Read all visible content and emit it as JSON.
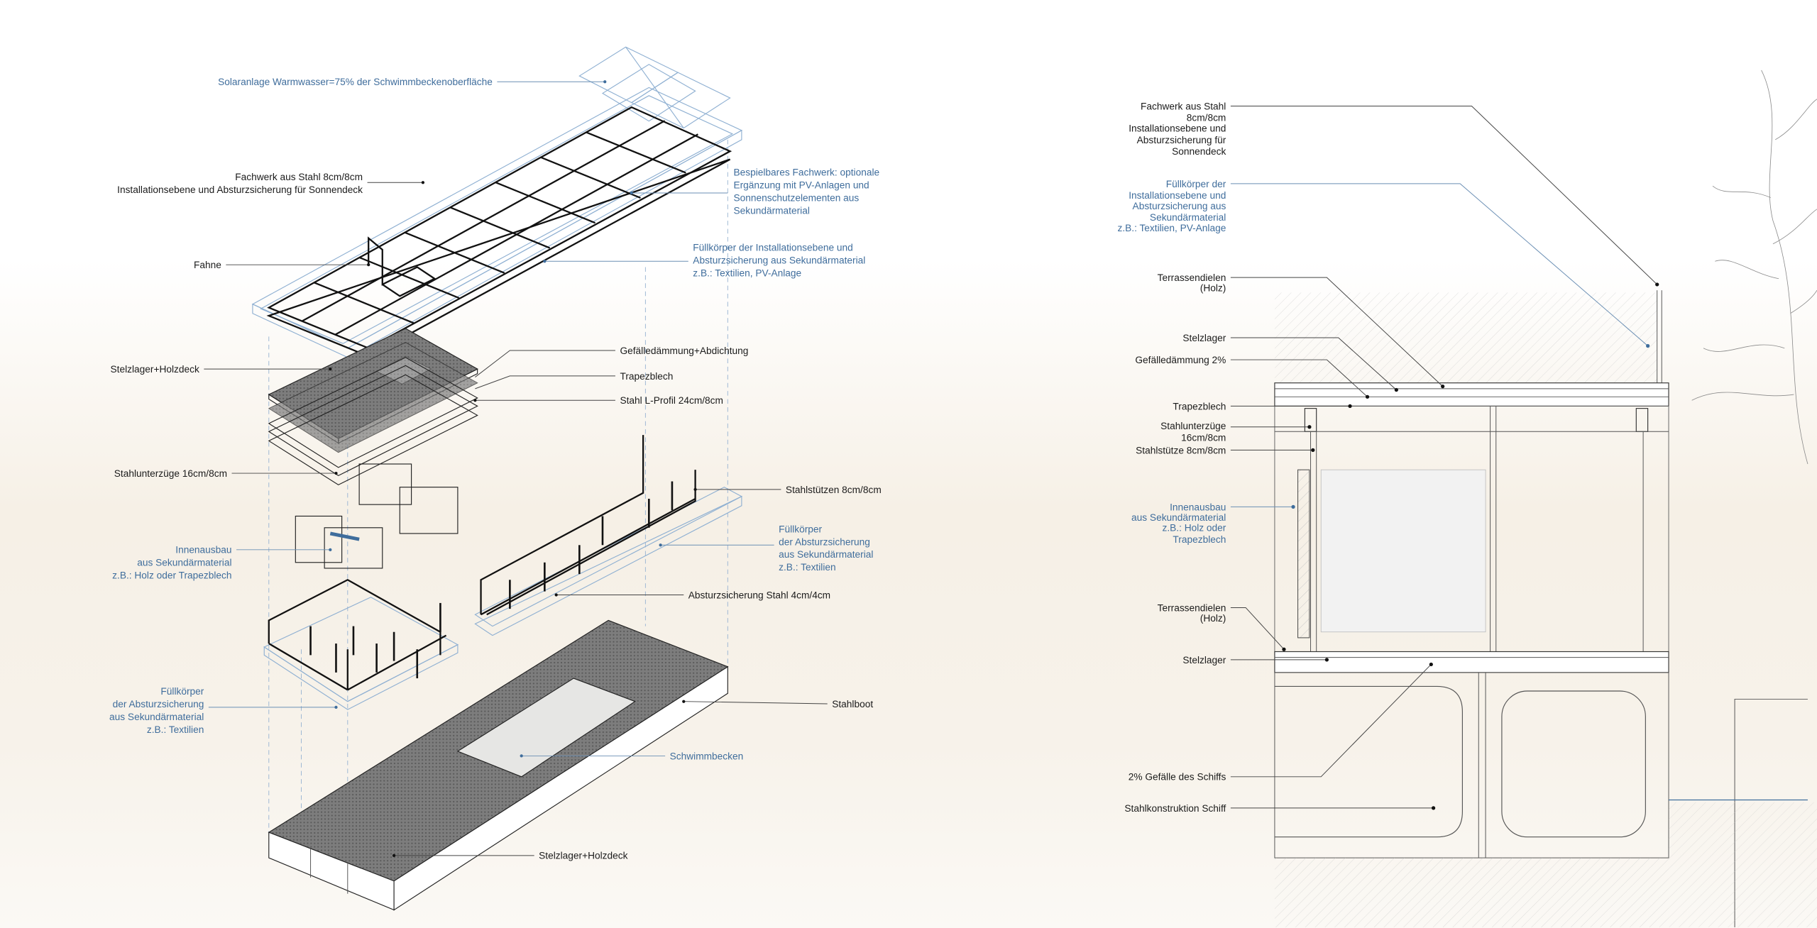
{
  "axonometry": {
    "labels": {
      "solar": "Solaranlage Warmwasser=75% der Schwimmbeckenoberfläche",
      "fachwerk": [
        "Fachwerk aus Stahl 8cm/8cm",
        "Installationsebene und Absturzsicherung für Sonnendeck"
      ],
      "bespielbar": [
        "Bespielbares Fachwerk: optionale",
        "Ergänzung mit PV-Anlagen und",
        "Sonnenschutzelementen aus",
        "Sekundärmaterial"
      ],
      "fahne": "Fahne",
      "fuellkoerper_install": [
        "Füllkörper der Installationsebene und",
        "Absturzsicherung aus Sekundärmaterial",
        "z.B.: Textilien, PV-Anlage"
      ],
      "stelzlager_holzdeck_top": "Stelzlager+Holzdeck",
      "gefaelle": "Gefälledämmung+Abdichtung",
      "trapezblech": "Trapezblech",
      "l_profil": "Stahl L-Profil 24cm/8cm",
      "unterzuege": "Stahlunterzüge 16cm/8cm",
      "stuetzen": "Stahlstützen 8cm/8cm",
      "innenausbau": [
        "Innenausbau",
        "aus Sekundärmaterial",
        "z.B.: Holz oder Trapezblech"
      ],
      "fuellkoerper_absturz_right": [
        "Füllkörper",
        "der Absturzsicherung",
        "aus Sekundärmaterial",
        "z.B.: Textilien"
      ],
      "absturzsicherung": "Absturzsicherung Stahl 4cm/4cm",
      "fuellkoerper_absturz_left": [
        "Füllkörper",
        "der Absturzsicherung",
        "aus Sekundärmaterial",
        "z.B.: Textilien"
      ],
      "stahlboot": "Stahlboot",
      "schwimmbecken": "Schwimmbecken",
      "stelzlager_holzdeck_bottom": "Stelzlager+Holzdeck"
    }
  },
  "section": {
    "labels": {
      "fachwerk": [
        "Fachwerk aus Stahl",
        "8cm/8cm",
        "Installationsebene und",
        "Absturzsicherung für",
        "Sonnendeck"
      ],
      "fuellkoerper": [
        "Füllkörper der",
        "Installationsebene und",
        "Absturzsicherung aus",
        "Sekundärmaterial",
        "z.B.: Textilien, PV-Anlage"
      ],
      "terrassendielen_top": [
        "Terrassendielen",
        "(Holz)"
      ],
      "stelzlager_top": "Stelzlager",
      "gefaelledaemmung": "Gefälledämmung 2%",
      "trapezblech": "Trapezblech",
      "unterzuege": [
        "Stahlunterzüge",
        "16cm/8cm"
      ],
      "stuetze": "Stahlstütze 8cm/8cm",
      "innenausbau": [
        "Innenausbau",
        "aus Sekundärmaterial",
        "z.B.: Holz oder",
        "Trapezblech"
      ],
      "terrassendielen_bottom": [
        "Terrassendielen",
        "(Holz)"
      ],
      "stelzlager_bottom": "Stelzlager",
      "gefaelle_schiff": "2% Gefälle des Schiffs",
      "stahlkonstruktion": "Stahlkonstruktion Schiff"
    }
  },
  "colors": {
    "annotation_blue": "#3f6d9c",
    "line_black": "#111111",
    "background_beige": "#f6f0e6"
  }
}
